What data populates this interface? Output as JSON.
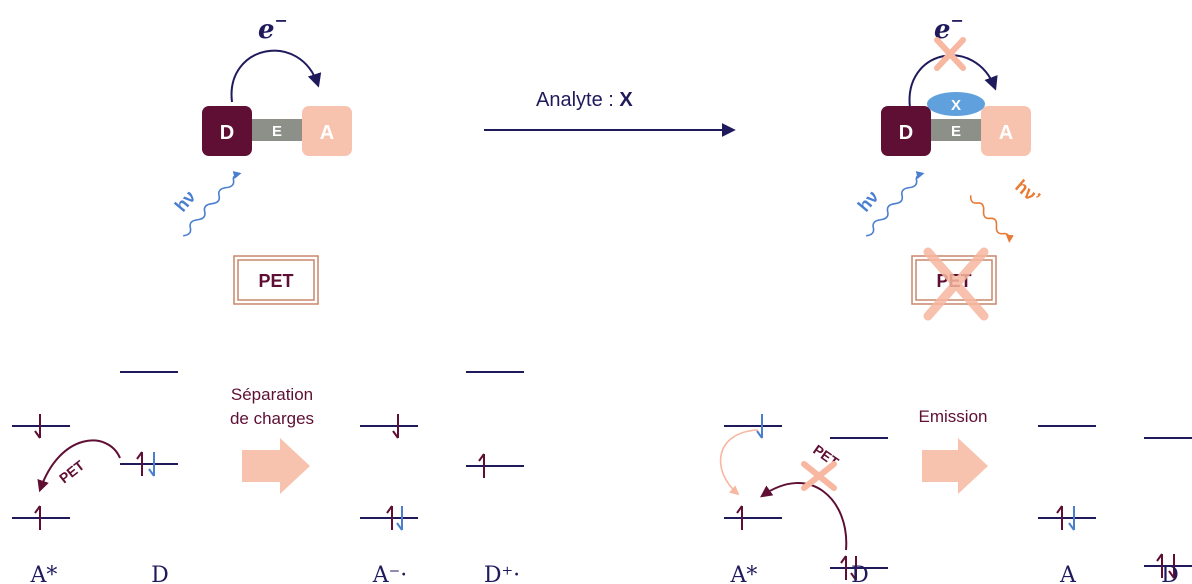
{
  "top": {
    "electron_label": "e",
    "electron_sup": "−",
    "box_d": "D",
    "box_e": "E",
    "box_a": "A",
    "hv_label": "hν",
    "hv_prime_label": "hν’",
    "pet_label": "PET",
    "analyte_label": "Analyte : ",
    "analyte_symbol": "X",
    "bound_analyte": "X"
  },
  "bottom": {
    "pet_curve_label": "PET",
    "step1_label_line1": "Séparation",
    "step1_label_line2": "de charges",
    "step2_label": "Emission",
    "labels": {
      "a_star_1": "A*",
      "d_1": "D",
      "a_anion": "A⁻·",
      "d_cation": "D⁺·",
      "a_star_2": "A*",
      "d_2": "D",
      "a_3": "A",
      "d_3": "D"
    }
  },
  "colors": {
    "navy": "#1f1a5c",
    "donor": "#5e0f33",
    "acceptor": "#f8c3ae",
    "bridge": "#8c9088",
    "blue": "#4a7fd0",
    "orange": "#e87a34",
    "peach": "#f7b7a0",
    "analyte": "#5fa0dd"
  }
}
